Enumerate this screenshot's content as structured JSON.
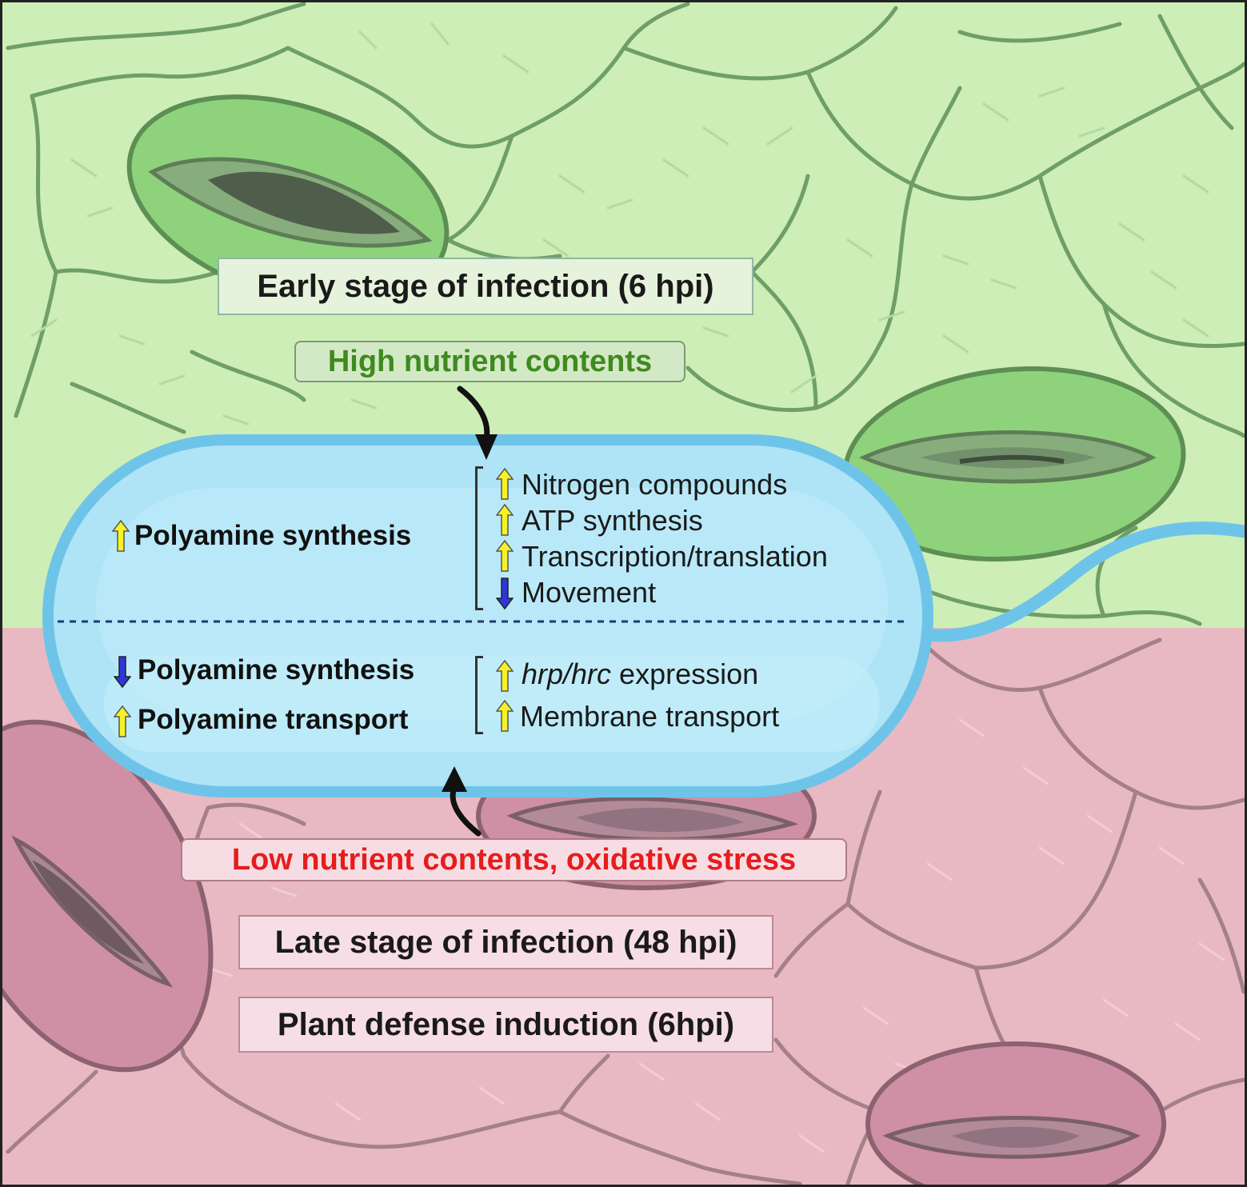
{
  "stages": {
    "early": "Early stage of infection (6 hpi)",
    "late": "Late stage of infection (48 hpi)",
    "defense": "Plant defense induction  (6hpi)"
  },
  "conditions": {
    "high": "High nutrient contents",
    "low": "Low nutrient contents, oxidative stress"
  },
  "early_response": {
    "main": {
      "direction": "up",
      "label": "Polyamine synthesis"
    },
    "items": [
      {
        "direction": "up",
        "text": "Nitrogen compounds"
      },
      {
        "direction": "up",
        "text": "ATP synthesis"
      },
      {
        "direction": "up",
        "text": "Transcription/translation"
      },
      {
        "direction": "down",
        "text": "Movement"
      }
    ]
  },
  "late_response": {
    "main": [
      {
        "direction": "down",
        "label": "Polyamine synthesis"
      },
      {
        "direction": "up",
        "label": "Polyamine transport"
      }
    ],
    "items": [
      {
        "direction": "up",
        "italic": "hrp/hrc",
        "text": " expression"
      },
      {
        "direction": "up",
        "text": "Membrane transport"
      }
    ]
  },
  "colors": {
    "leaf_green": "#cdeeb6",
    "leaf_pink": "#e8b9c3",
    "bacterium": "#aee4f6",
    "bacterium_border": "#6ec4e8",
    "arrow_up": "#f7f223",
    "arrow_down": "#2c38d6",
    "high_text": "#3f8a1e",
    "low_text": "#e51d1d"
  }
}
